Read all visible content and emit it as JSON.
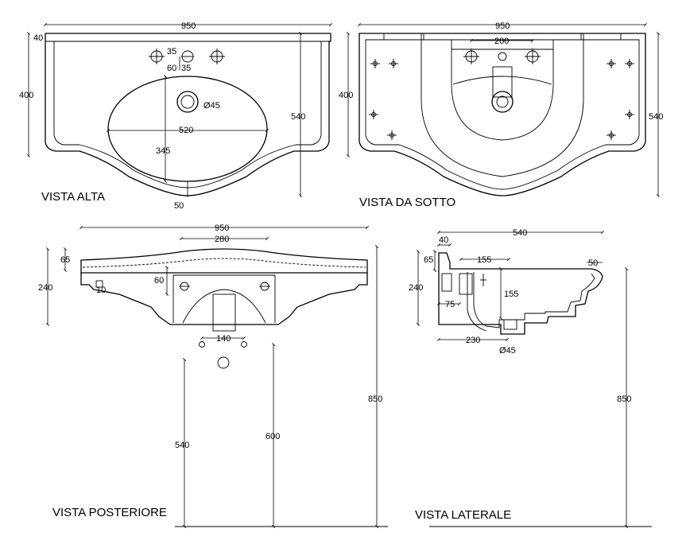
{
  "titles": {
    "top": "VISTA ALTA",
    "bottom": "VISTA DA SOTTO",
    "rear": "VISTA POSTERIORE",
    "side": "VISTA LATERALE"
  },
  "dims": {
    "top": {
      "width": "950",
      "rim": "40",
      "height": "400",
      "depth": "540",
      "tap_a": "35",
      "tap_b": "35",
      "tap_c": "60",
      "drain": "Ø45",
      "bowl_w": "520",
      "bowl_d": "345",
      "front": "50"
    },
    "bottom": {
      "width": "950",
      "holes": "200",
      "height": "400",
      "depth": "540"
    },
    "rear": {
      "width": "950",
      "opening": "280",
      "rim": "65",
      "height": "240",
      "inner": "60",
      "foot": "10",
      "holes": "140",
      "h1": "540",
      "h2": "600",
      "h3": "850"
    },
    "side": {
      "depth": "540",
      "rim": "40",
      "top": "65",
      "height": "240",
      "inner": "155",
      "bowl": "155",
      "lip": "50",
      "wall": "75",
      "drain_pos": "230",
      "drain": "Ø45",
      "total": "850"
    }
  }
}
